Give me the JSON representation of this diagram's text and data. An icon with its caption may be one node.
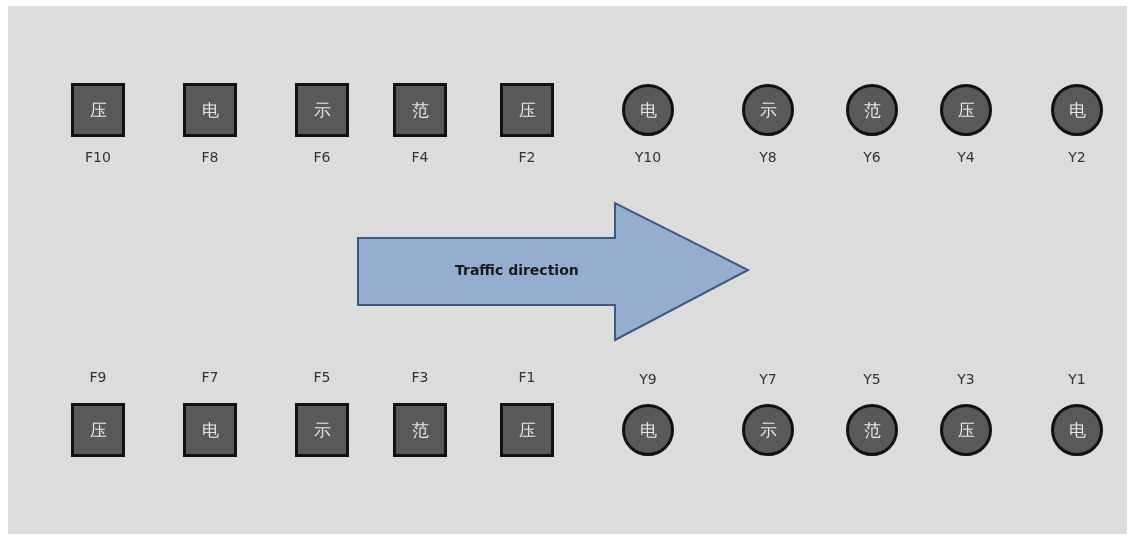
{
  "diagram": {
    "nodes": [
      {
        "text": [
          "压"
        ],
        "beside": [
          "F10"
        ]
      },
      {
        "text": [
          "电"
        ],
        "beside": [
          "F8"
        ]
      },
      {
        "text": [
          "示"
        ],
        "beside": [
          "F6"
        ]
      },
      {
        "text": [
          "范"
        ],
        "beside": [
          "F4"
        ]
      },
      {
        "text": [
          "压"
        ],
        "beside": [
          "F2"
        ]
      },
      {
        "text": [
          "电"
        ],
        "beside": [
          "Y10"
        ]
      },
      {
        "text": [
          "示"
        ],
        "beside": [
          "Y8"
        ]
      },
      {
        "text": [
          "范"
        ],
        "beside": [
          "Y6"
        ]
      },
      {
        "text": [
          "压"
        ],
        "beside": [
          "Y4"
        ]
      },
      {
        "text": [
          "电"
        ],
        "beside": [
          "Y2"
        ]
      },
      {
        "text": [
          "Traffic direction"
        ]
      },
      {
        "text": [
          "压"
        ],
        "beside": [
          "F9"
        ]
      },
      {
        "text": [
          "电"
        ],
        "beside": [
          "F7"
        ]
      },
      {
        "text": [
          "示"
        ],
        "beside": [
          "F5"
        ]
      },
      {
        "text": [
          "范"
        ],
        "beside": [
          "F3"
        ]
      },
      {
        "text": [
          "压"
        ],
        "beside": [
          "F1"
        ]
      },
      {
        "text": [
          "电"
        ],
        "beside": [
          "Y9"
        ]
      },
      {
        "text": [
          "示"
        ],
        "beside": [
          "Y7"
        ]
      },
      {
        "text": [
          "范"
        ],
        "beside": [
          "Y5"
        ]
      },
      {
        "text": [
          "压"
        ],
        "beside": [
          "Y3"
        ]
      },
      {
        "text": [
          "电"
        ],
        "beside": [
          "Y1"
        ]
      }
    ]
  }
}
